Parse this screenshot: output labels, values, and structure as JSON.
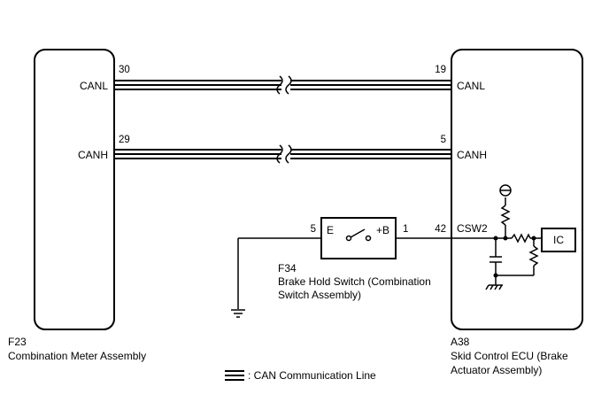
{
  "left_component": {
    "code": "F23",
    "name": "Combination Meter Assembly",
    "pins": [
      {
        "number": "30",
        "signal": "CANL"
      },
      {
        "number": "29",
        "signal": "CANH"
      }
    ]
  },
  "right_component": {
    "code": "A38",
    "name_line1": "Skid Control ECU (Brake",
    "name_line2": "Actuator Assembly)",
    "pins": [
      {
        "number": "19",
        "signal": "CANL"
      },
      {
        "number": "5",
        "signal": "CANH"
      },
      {
        "number": "42",
        "signal": "CSW2"
      }
    ],
    "ic_label": "IC"
  },
  "switch_component": {
    "code": "F34",
    "name_line1": "Brake Hold Switch (Combination",
    "name_line2": "Switch Assembly)",
    "pin_left": "5",
    "pin_right": "1",
    "terminal_left": "E",
    "terminal_right": "+B"
  },
  "legend": {
    "text": ": CAN Communication Line"
  },
  "icons": {
    "ground": "ground-icon",
    "power": "power-supply-icon",
    "wire_break": "wire-break-icon"
  }
}
